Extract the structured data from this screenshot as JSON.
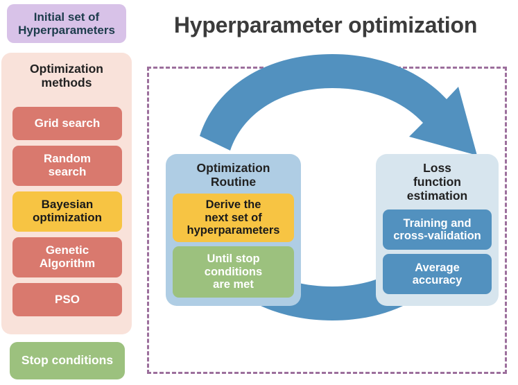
{
  "sidebar": {
    "initial_set": {
      "label": "Initial set of\nHyperparameters",
      "color": "#d8c2e8"
    },
    "methods_panel": {
      "title": "Optimization\nmethods",
      "color": "#f9e2da",
      "items": [
        {
          "label": "Grid search",
          "color": "#d9796e",
          "style": "salmon",
          "lines": 1
        },
        {
          "label": "Random\nsearch",
          "color": "#d9796e",
          "style": "salmon",
          "lines": 2
        },
        {
          "label": "Bayesian\noptimization",
          "color": "#f7c443",
          "style": "amber",
          "lines": 2
        },
        {
          "label": "Genetic\nAlgorithm",
          "color": "#d9796e",
          "style": "salmon",
          "lines": 2
        },
        {
          "label": "PSO",
          "color": "#d9796e",
          "style": "salmon",
          "lines": 1
        }
      ]
    },
    "stop_conditions": {
      "label": "Stop conditions",
      "color": "#9cc17e"
    }
  },
  "main": {
    "title": "Hyperparameter optimization",
    "panel_border_color": "#9c6f9c",
    "arrow_color": "#5291bf",
    "stages": [
      {
        "name": "optimization-routine",
        "title": "Optimization\nRoutine",
        "color": "#afcde4",
        "items": [
          {
            "label": "Derive the\nnext set of\nhyperparameters",
            "color": "#f7c443",
            "style": "yellow"
          },
          {
            "label": "Until stop\nconditions\nare met",
            "color": "#9cc17e",
            "style": "green"
          }
        ]
      },
      {
        "name": "loss-function-estimation",
        "title": "Loss\nfunction\nestimation",
        "color": "#d7e5ee",
        "items": [
          {
            "label": "Training and\ncross-validation",
            "color": "#5291bf",
            "style": "blue"
          },
          {
            "label": "Average\naccuracy",
            "color": "#5291bf",
            "style": "blue"
          }
        ]
      }
    ],
    "arrows": [
      {
        "name": "top-arrow-clockwise",
        "direction": "left-to-right"
      },
      {
        "name": "bottom-arrow-counterclockwise",
        "direction": "right-to-left"
      }
    ]
  }
}
